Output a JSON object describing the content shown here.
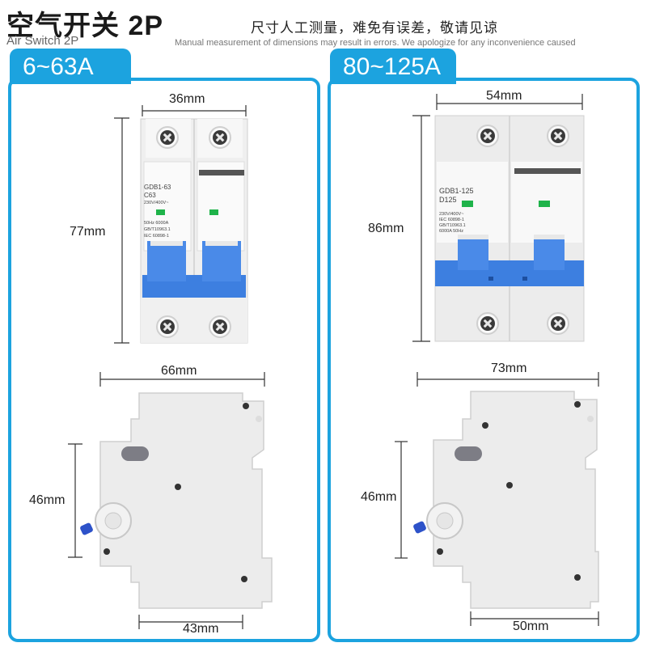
{
  "header": {
    "title_cn": "空气开关 2P",
    "title_en": "Air Switch 2P",
    "notice_cn": "尺寸人工测量，难免有误差，敬请见谅",
    "notice_en": "Manual measurement of dimensions may result in errors. We apologize for any inconvenience caused"
  },
  "left_panel": {
    "tab_label": "6~63A",
    "width_front": "36mm",
    "height_front": "77mm",
    "depth_top": "66mm",
    "side_height": "46mm",
    "depth_bottom": "43mm",
    "label_model": "GDB1-63",
    "label_rating": "C63",
    "label_voltage": "230V/400V~",
    "label_spec1": "50Hz 6000A",
    "label_spec2": "GB/T10963.1",
    "label_spec3": "IEC 60898-1"
  },
  "right_panel": {
    "tab_label": "80~125A",
    "width_front": "54mm",
    "height_front": "86mm",
    "depth_top": "73mm",
    "side_height": "46mm",
    "depth_bottom": "50mm",
    "label_model": "GDB1-125",
    "label_rating": "D125",
    "label_voltage": "230V/400V~",
    "label_spec1": "IEC 60898-1",
    "label_spec2": "GB/T10963.1",
    "label_spec3": "6000A 50Hz"
  },
  "colors": {
    "accent": "#1ca3df",
    "toggle_blue": "#3d7fe0",
    "body_gray": "#ececec",
    "indicator_green": "#1fb34a"
  }
}
